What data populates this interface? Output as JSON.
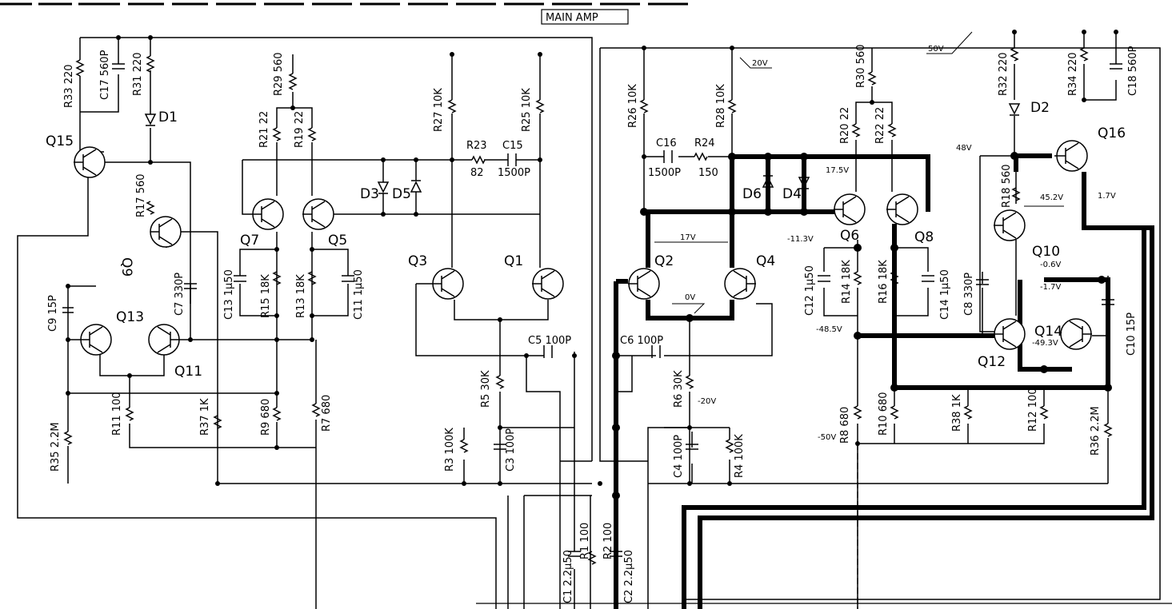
{
  "title": "MAIN AMP",
  "transistors": [
    "Q15",
    "Q9",
    "Q13",
    "Q11",
    "Q7",
    "Q5",
    "Q3",
    "Q1",
    "Q2",
    "Q4",
    "Q6",
    "Q8",
    "Q10",
    "Q12",
    "Q14",
    "Q16"
  ],
  "diodes": [
    "D1",
    "D2",
    "D3",
    "D4",
    "D5",
    "D6"
  ],
  "components": {
    "R33": "R33 220",
    "C17": "C17 560P",
    "R31": "R31 220",
    "R29": "R29 560",
    "R21": "R21 22",
    "R19": "R19 22",
    "R27": "R27 10K",
    "R25": "R25 10K",
    "R23": "R23",
    "R23v": "82",
    "C15": "C15",
    "C15v": "1500P",
    "R17": "R17 560",
    "C7": "C7 330P",
    "C9": "C9 15P",
    "C13": "C13 1μ50",
    "R15": "R15 18K",
    "R13": "R13 18K",
    "C11": "C11 1μ50",
    "C5": "C5 100P",
    "R5": "R5 30K",
    "R3": "R3 100K",
    "C3": "C3 100P",
    "R11": "R11 100",
    "R35": "R35 2.2M",
    "R37": "R37 1K",
    "R9": "R9 680",
    "R7": "R7 680",
    "C1": "C1 2.2μ50",
    "R1": "R1 100",
    "R2": "R2 100",
    "C2": "C2 2.2μ50",
    "R26": "R26 10K",
    "R28": "R28 10K",
    "C16": "C16",
    "C16v": "1500P",
    "R24": "R24",
    "R24v": "150",
    "R30": "R30 560",
    "R20": "R20 22",
    "R22": "R22 22",
    "R32": "R32 220",
    "R34": "R34 220",
    "C18": "C18 560P",
    "R18": "R18 560",
    "C12": "C12 1μ50",
    "R14": "R14 18K",
    "R16": "R16 18K",
    "C14": "C14 1μ50",
    "C8": "C8 330P",
    "C10": "C10 15P",
    "C6": "C6 100P",
    "R6": "R6 30K",
    "C4": "C4 100P",
    "R4": "R4 100K",
    "R8": "R8 680",
    "R10": "R10 680",
    "R38": "R38 1K",
    "R12": "R12 100",
    "R36": "R36 2.2M"
  },
  "voltages": {
    "v50": "50V",
    "v20": "20V",
    "v48": "48V",
    "v452": "45.2V",
    "v17": "17V",
    "v0": "0V",
    "vm113": "-11.3V",
    "v175": "17.5V",
    "vm06": "-0.6V",
    "vm485": "-48.5V",
    "vm493": "-49.3V",
    "vm50": "-50V",
    "vm20": "-20V",
    "v17b": "1.7V",
    "vm17": "-1.7V"
  }
}
